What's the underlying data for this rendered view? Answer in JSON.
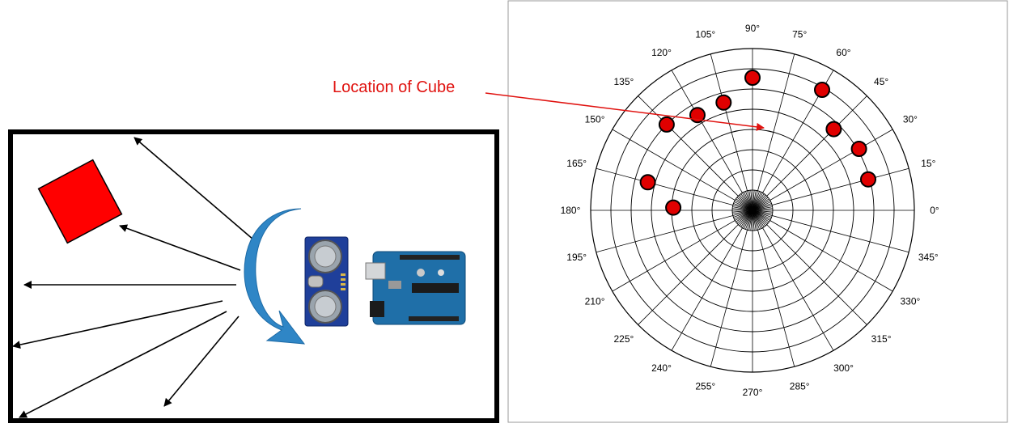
{
  "annotation": {
    "label": "Location of Cube",
    "color": "#e0120f"
  },
  "cube": {
    "color": "#ff0000"
  },
  "sweep_arrow": {
    "color": "#2f86c6"
  },
  "sensor_icon": "ultrasonic-sensor-icon",
  "board_icon": "arduino-board-icon",
  "polar_plot": {
    "angle_labels": [
      "0°",
      "15°",
      "30°",
      "45°",
      "60°",
      "75°",
      "90°",
      "105°",
      "120°",
      "135°",
      "150°",
      "165°",
      "180°",
      "195°",
      "210°",
      "225°",
      "240°",
      "255°",
      "270°",
      "285°",
      "300°",
      "315°",
      "330°",
      "345°"
    ],
    "ring_count": 8,
    "marker_color": "#e00000",
    "points": [
      {
        "angle": 90,
        "r": 0.82
      },
      {
        "angle": 105,
        "r": 0.69
      },
      {
        "angle": 120,
        "r": 0.68
      },
      {
        "angle": 135,
        "r": 0.75
      },
      {
        "angle": 60,
        "r": 0.86
      },
      {
        "angle": 45,
        "r": 0.71
      },
      {
        "angle": 30,
        "r": 0.76
      },
      {
        "angle": 15,
        "r": 0.74
      },
      {
        "angle": 165,
        "r": 0.67
      },
      {
        "angle": 178,
        "r": 0.49
      }
    ]
  }
}
